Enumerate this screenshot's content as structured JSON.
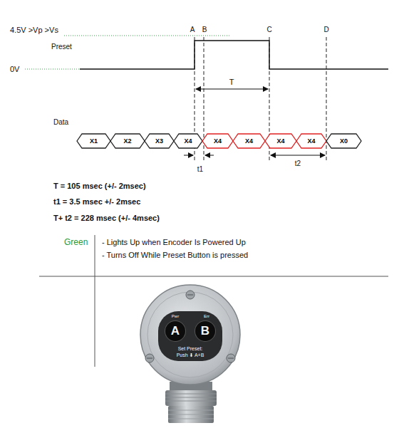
{
  "diagram": {
    "nodes": [
      {
        "text": [
          "X1"
        ]
      },
      {
        "text": [
          "X2"
        ]
      },
      {
        "text": [
          "X3"
        ]
      },
      {
        "text": [
          "X4"
        ]
      },
      {
        "text": [
          "X4"
        ]
      },
      {
        "text": [
          "X4"
        ]
      },
      {
        "text": [
          "X4"
        ]
      },
      {
        "text": [
          "X4"
        ]
      },
      {
        "text": [
          "X0"
        ]
      },
      {
        "text": [
          "A"
        ]
      },
      {
        "text": [
          "B"
        ]
      }
    ],
    "labels": [
      "4.5V >Vp >Vs",
      "A",
      "B",
      "C",
      "D",
      "Preset",
      "0V",
      "T",
      "Data",
      "t1",
      "t2",
      "T = 105 msec (+/- 2msec)",
      "t1 = 3.5 msec +/- 2msec",
      "T+ t2 = 228 msec (+/- 4msec)",
      "Green",
      "- Lights Up when Encoder Is Powered Up",
      "- Turns Off While Preset Button is pressed",
      "Pwr",
      "Err",
      "Set Preset:",
      "Push ⬇ A+B"
    ]
  }
}
